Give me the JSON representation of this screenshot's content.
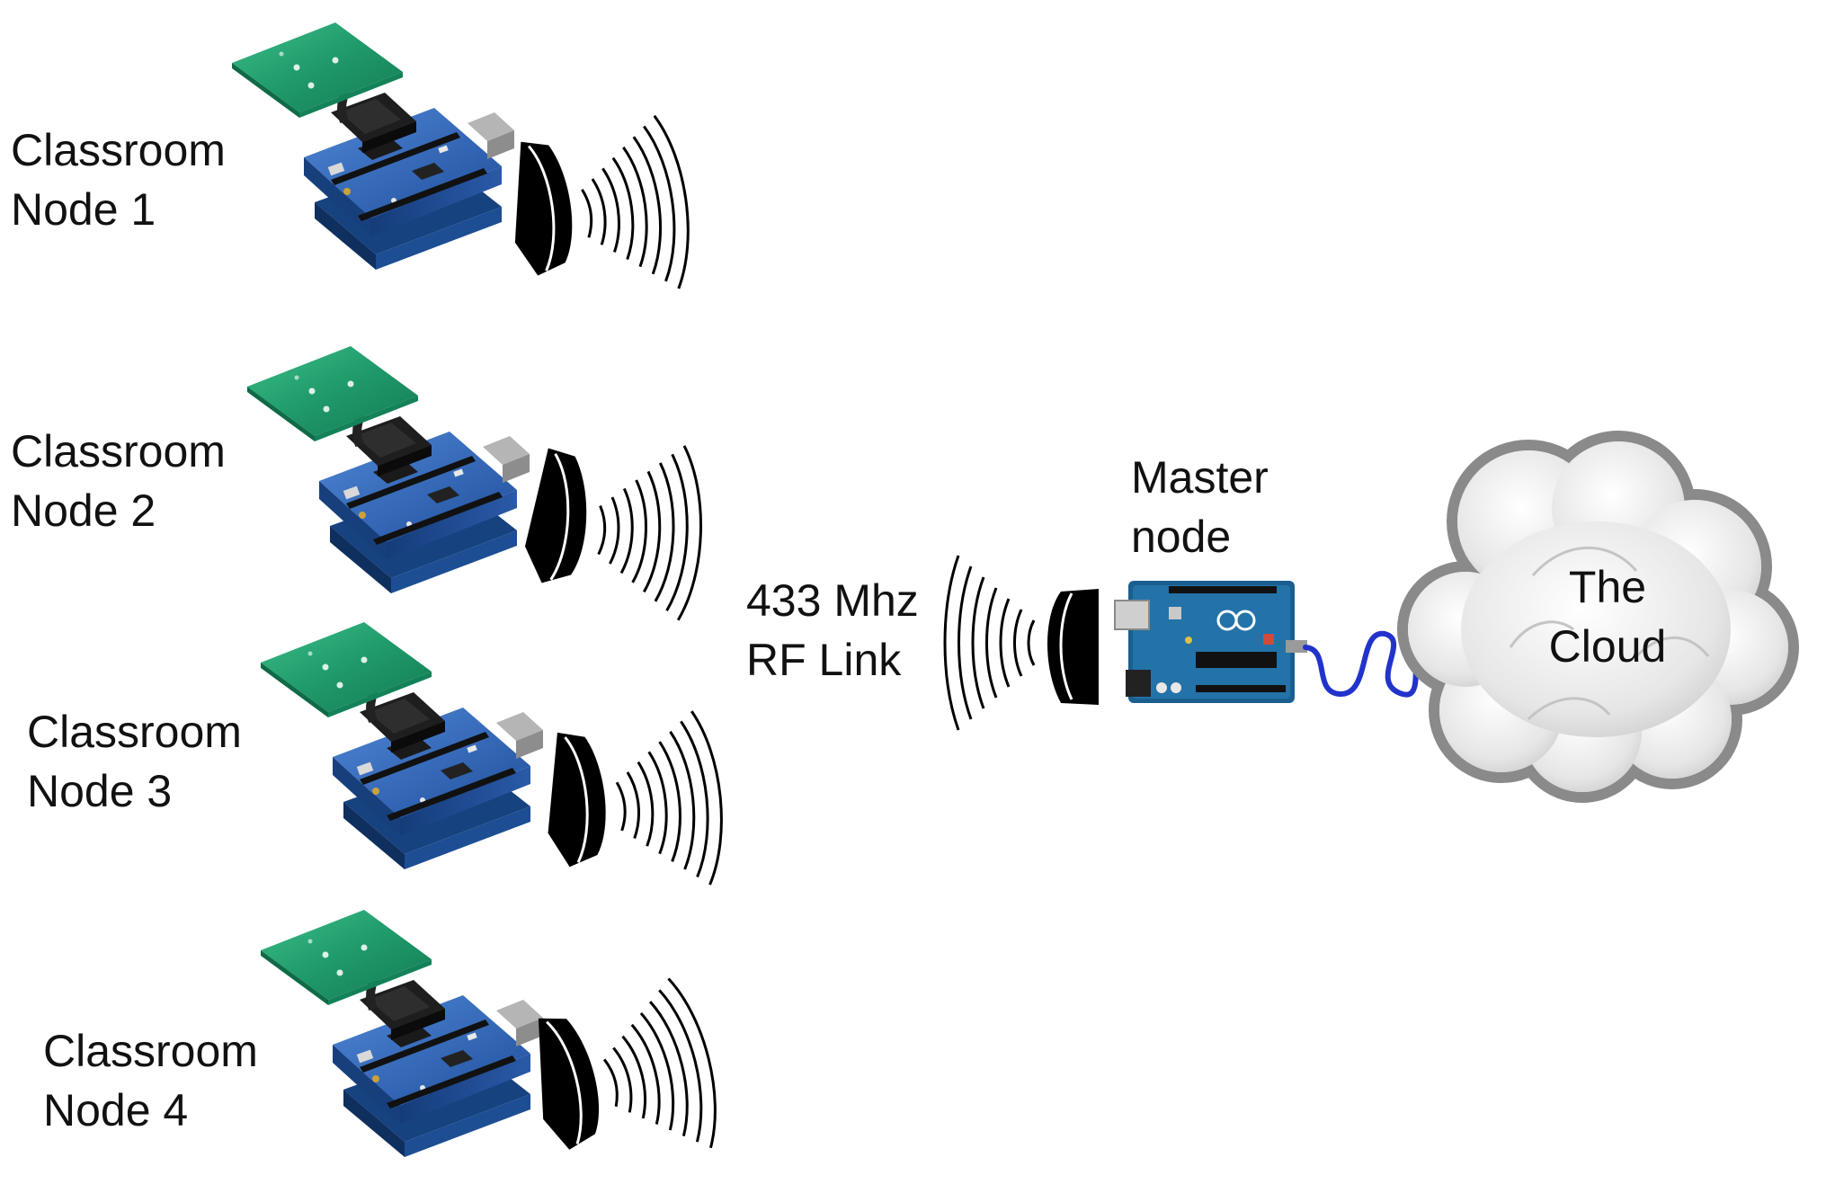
{
  "nodes": [
    {
      "line1": "Classroom",
      "line2": "Node 1"
    },
    {
      "line1": "Classroom",
      "line2": "Node 2"
    },
    {
      "line1": "Classroom",
      "line2": "Node 3"
    },
    {
      "line1": "Classroom",
      "line2": "Node 4"
    }
  ],
  "rf_link": {
    "line1": "433 Mhz",
    "line2": "RF Link"
  },
  "master": {
    "line1": "Master",
    "line2": "node"
  },
  "cloud": {
    "line1": "The",
    "line2": "Cloud"
  },
  "colors": {
    "pcb_blue": "#2f63b4",
    "antenna_green": "#1f9a6a",
    "arduino_teal": "#1a5f8f",
    "cable_blue": "#2233cc",
    "cloud_fill": "#e4e4e4",
    "cloud_stroke": "#8a8a8a",
    "transceiver": "#000000"
  }
}
